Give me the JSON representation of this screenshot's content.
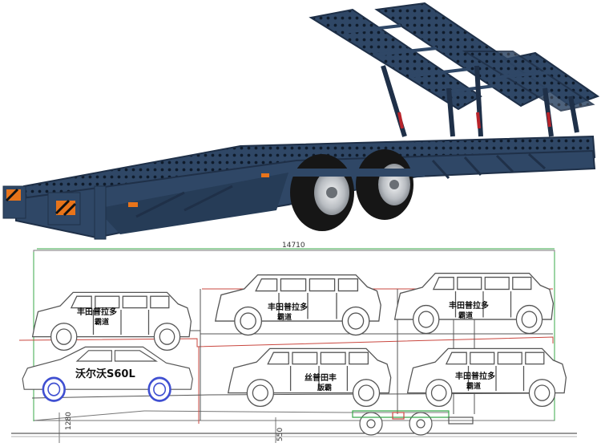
{
  "image": {
    "kind": "photo-plus-technical-drawing",
    "subject": "two-axle car transport semi-trailer",
    "colors": {
      "trailer": "#2f4766",
      "trailer_dark": "#1f3048",
      "warning_orange": "#e8741a",
      "tire": "#161616",
      "rim": "#c9ccd0",
      "drawing_line": "#555555",
      "guide_green": "#38a84a",
      "guide_red": "#c9473f",
      "wheel_blue": "#3f4fd1"
    }
  },
  "drawing": {
    "dimensions": {
      "overall_length": "14710",
      "height_left": "1280",
      "height_mid": "550"
    },
    "upper_deck_cars": [
      {
        "label_line1": "丰田普拉多",
        "label_line2": "霸道"
      },
      {
        "label_line1": "丰田普拉多",
        "label_line2": "霸道"
      },
      {
        "label_line1": "丰田普拉多",
        "label_line2": "霸道"
      }
    ],
    "lower_deck_cars": [
      {
        "label_line1": "沃尔沃S60L",
        "label_line2": ""
      },
      {
        "label_line1": "丝普田丰",
        "label_line2": "版霸"
      },
      {
        "label_line1": "丰田普拉多",
        "label_line2": "霸道"
      }
    ]
  }
}
